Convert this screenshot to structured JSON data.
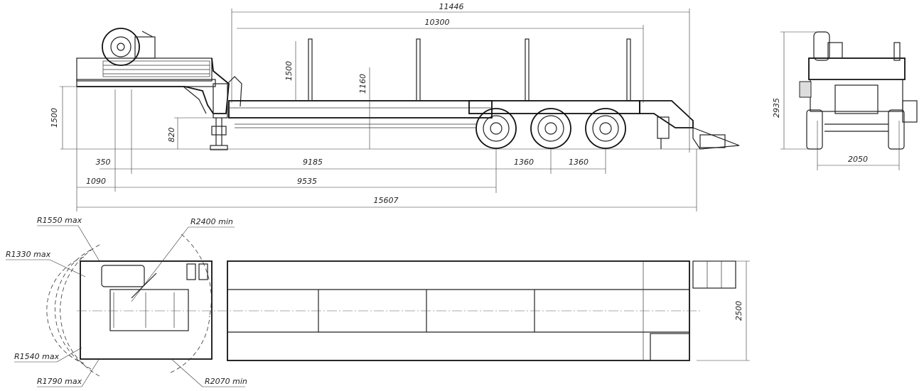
{
  "side_view": {
    "dims": {
      "overall_top": "11446",
      "deck_length": "10300",
      "stake_height": "1500",
      "stake_height_2": "1160",
      "coupling_height": "1500",
      "deck_height": "820",
      "kingpin_offset": "350",
      "wheelbase_main": "9185",
      "axle_spacing_1": "1360",
      "axle_spacing_2": "1360",
      "front_overhang": "1090",
      "kingpin_to_axle": "9535",
      "overall_length": "15607"
    }
  },
  "rear_view": {
    "dims": {
      "height": "2935",
      "track": "2050"
    }
  },
  "top_view": {
    "dims": {
      "r1": "R1550 max",
      "r2": "R1330 max",
      "r3": "R2400 min",
      "r4": "R1540 max",
      "r5": "R1790 max",
      "r6": "R2070 min",
      "width": "2500"
    }
  }
}
